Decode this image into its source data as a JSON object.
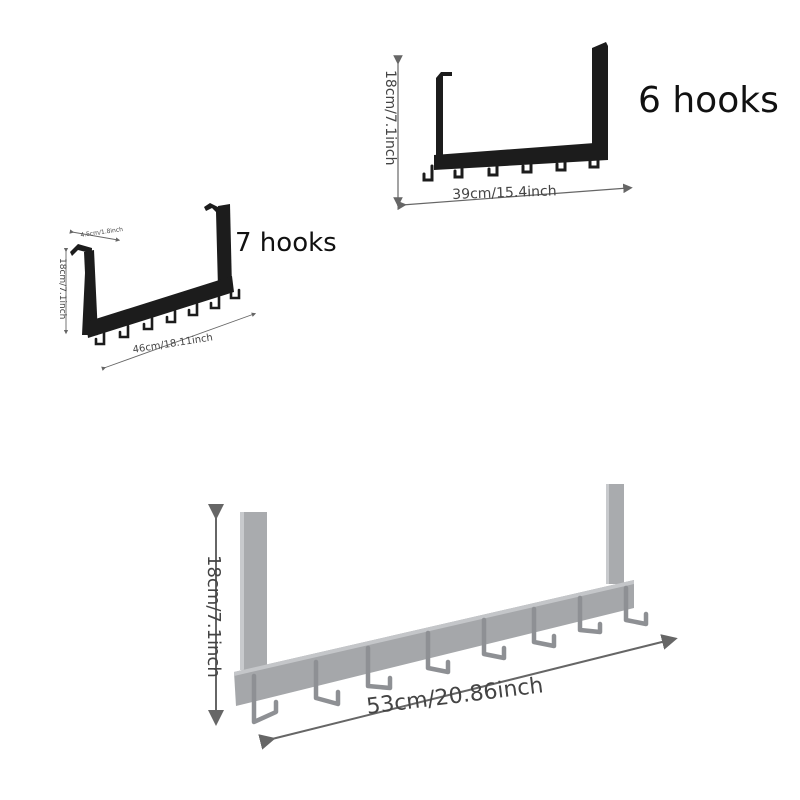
{
  "labels": {
    "six_hooks": "6 hooks",
    "seven_hooks": "7 hooks"
  },
  "dimensions": {
    "six_width": "39cm/15.4inch",
    "six_height": "18cm/7.1inch",
    "seven_width": "46cm/18.11inch",
    "seven_height": "18cm/7.1inch",
    "seven_depth": "4.5cm/1.8inch",
    "nine_width": "53cm/20.86inch",
    "nine_height": "18cm/7.1inch"
  },
  "colors": {
    "black_hanger": "#1c1c1c",
    "silver_hanger": "#a9abae",
    "silver_shadow": "#8e9094",
    "dim_line": "#666666"
  }
}
